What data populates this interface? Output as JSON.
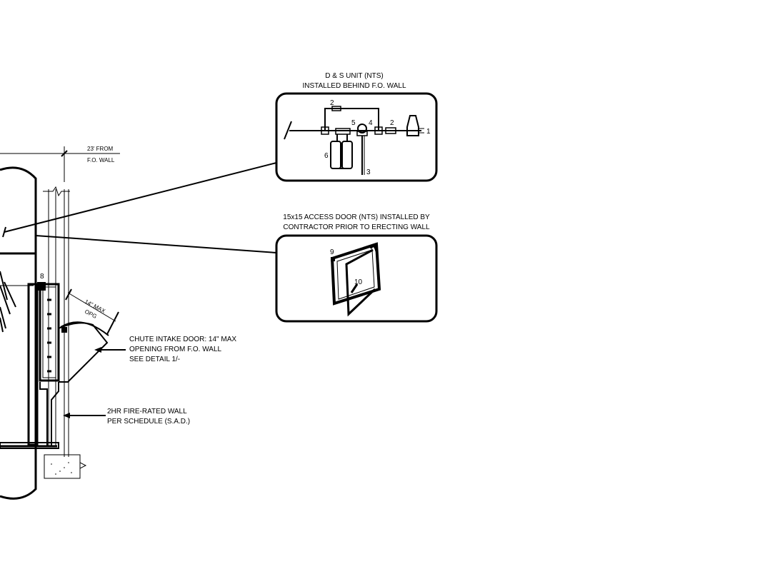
{
  "callouts": {
    "ds_unit_title": "D & S UNIT (NTS)",
    "ds_unit_subtitle": "INSTALLED BEHIND F.O. WALL",
    "access_door_line1": "15x15 ACCESS DOOR (NTS) INSTALLED BY",
    "access_door_line2": "CONTRACTOR PRIOR TO ERECTING WALL",
    "chute_line1": "CHUTE INTAKE DOOR: 14\" MAX",
    "chute_line2": "OPENING FROM F.O. WALL",
    "chute_line3": "SEE DETAIL 1/-",
    "wall_line1": "2HR FIRE-RATED WALL",
    "wall_line2": "PER SCHEDULE (S.A.D.)",
    "dim_line1": "23' FROM",
    "dim_line2": "F.O. WALL",
    "opg_line1": "14\" MAX",
    "opg_line2": "OPG"
  },
  "part_numbers": {
    "p1": "1",
    "p2a": "2",
    "p2b": "2",
    "p3": "3",
    "p4": "4",
    "p5": "5",
    "p6": "6",
    "p8": "8",
    "p9": "9",
    "p10": "10"
  },
  "colors": {
    "line": "#000000",
    "background": "#ffffff"
  }
}
